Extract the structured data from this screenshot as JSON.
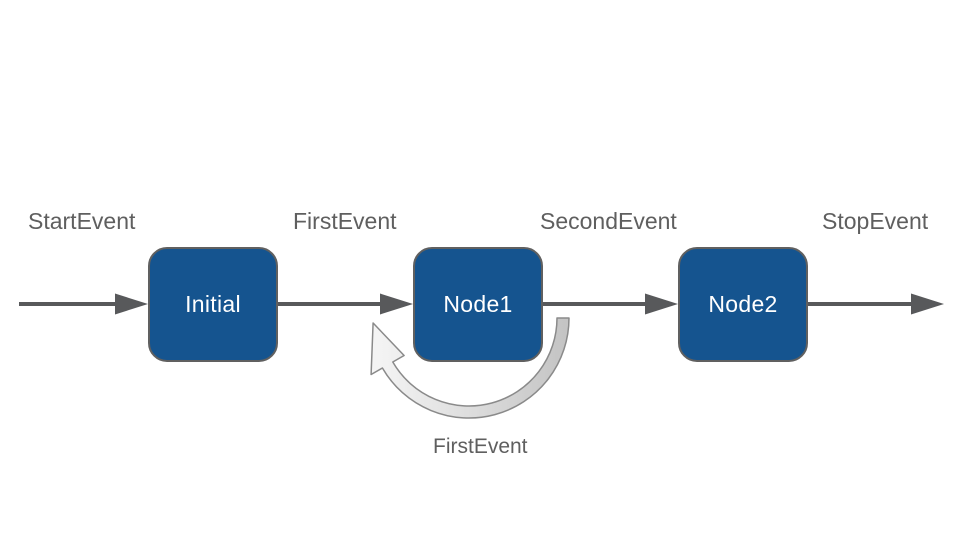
{
  "diagram": {
    "nodes": [
      {
        "label": "Initial"
      },
      {
        "label": "Node1"
      },
      {
        "label": "Node2"
      }
    ],
    "transition_labels": [
      {
        "label": "StartEvent"
      },
      {
        "label": "FirstEvent"
      },
      {
        "label": "SecondEvent"
      },
      {
        "label": "StopEvent"
      }
    ],
    "self_loop": {
      "label": "FirstEvent",
      "node": "Node1"
    }
  },
  "colors": {
    "background": "#ffffff",
    "node_fill": "#15548f",
    "node_border": "#606060",
    "node_text": "#ffffff",
    "arrow": "#58595b",
    "label_text": "#5f5f5f",
    "loop_fill_start": "#c3c3c3",
    "loop_fill_mid": "#e2e2e2",
    "loop_fill_end": "#f5f5f5",
    "loop_border": "#8a8a8a"
  }
}
